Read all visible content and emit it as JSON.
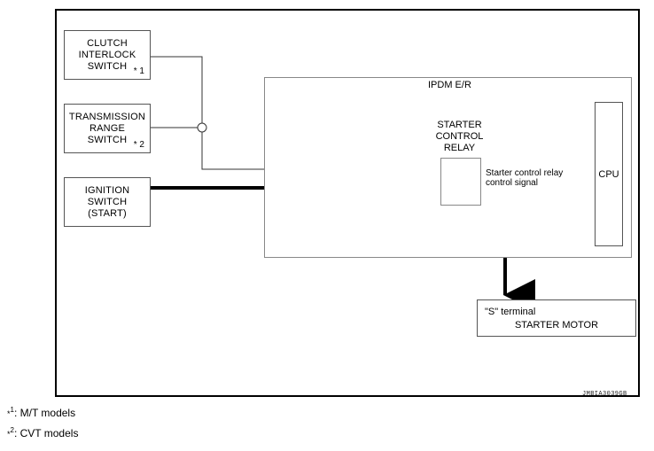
{
  "diagram": {
    "id_label": "JMBIA3039GB",
    "blocks": {
      "clutch": {
        "line1": "CLUTCH",
        "line2": "INTERLOCK",
        "line3": "SWITCH",
        "footnote_ref": "* 1"
      },
      "transmission": {
        "line1": "TRANSMISSION",
        "line2": "RANGE",
        "line3": "SWITCH",
        "footnote_ref": "* 2"
      },
      "ignition": {
        "line1": "IGNITION",
        "line2": "SWITCH",
        "line3": "(START)"
      },
      "ipdm": {
        "label": "IPDM E/R"
      },
      "relay": {
        "line1": "STARTER",
        "line2": "CONTROL",
        "line3": "RELAY"
      },
      "cpu": {
        "label": "CPU"
      },
      "starter_motor": {
        "terminal": "\"S\" terminal",
        "name": "STARTER MOTOR"
      }
    },
    "signals": {
      "relay_control": {
        "line1": "Starter control relay",
        "line2": "control signal"
      }
    },
    "footnotes": [
      {
        "marker": "1",
        "text": ": M/T models"
      },
      {
        "marker": "2",
        "text": ": CVT models"
      }
    ]
  }
}
